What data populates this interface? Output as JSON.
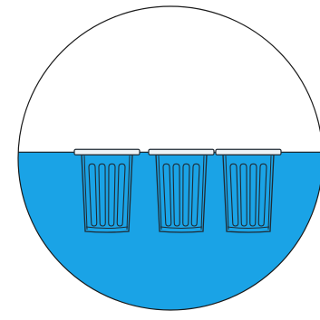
{
  "illustration": {
    "subject": "three-net-pots-floating-in-water",
    "colors": {
      "background": "#ffffff",
      "water": "#1aa3e6",
      "outline": "#1a1a1a",
      "pot_stroke": "#1f2a33",
      "rim_fill": "#eef3f6",
      "slot_fill": "#1aa3e6"
    },
    "water_level_fraction": 0.48,
    "pots": [
      {
        "name": "net-pot-left"
      },
      {
        "name": "net-pot-middle"
      },
      {
        "name": "net-pot-right"
      }
    ]
  }
}
